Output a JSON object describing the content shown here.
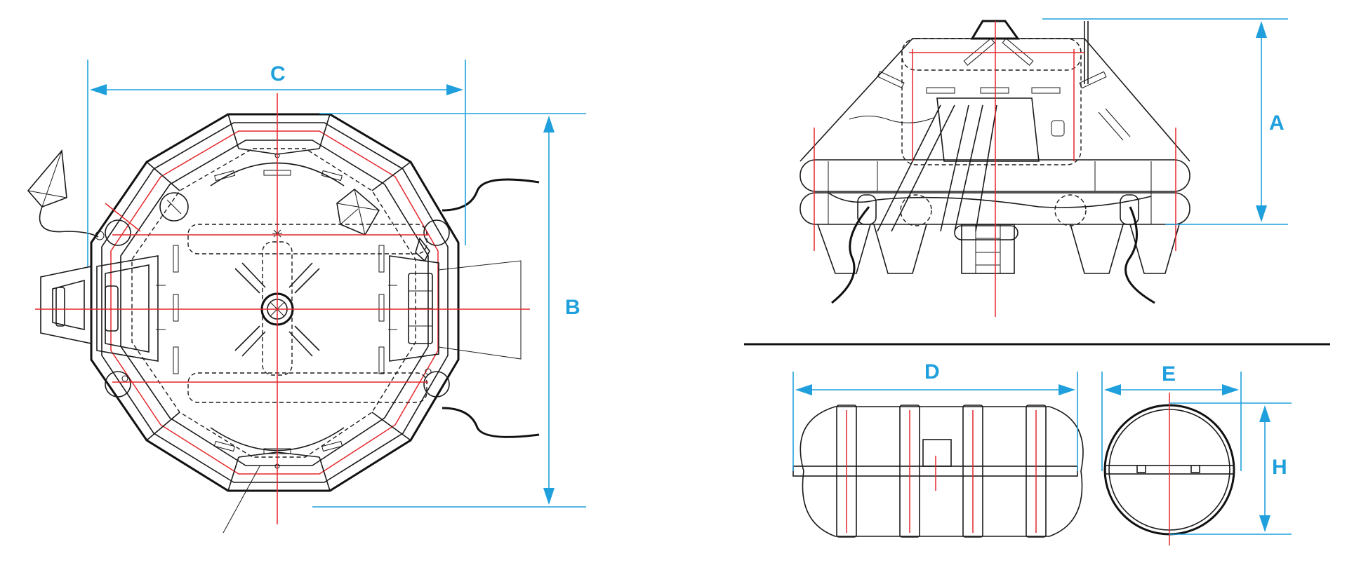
{
  "colors": {
    "dimension": "#1fa0dc",
    "centerline": "#e4262b",
    "outline": "#1a1a1a",
    "background": "#ffffff"
  },
  "dimensions": {
    "A": "A",
    "B": "B",
    "C": "C",
    "D": "D",
    "E": "E",
    "H": "H"
  }
}
